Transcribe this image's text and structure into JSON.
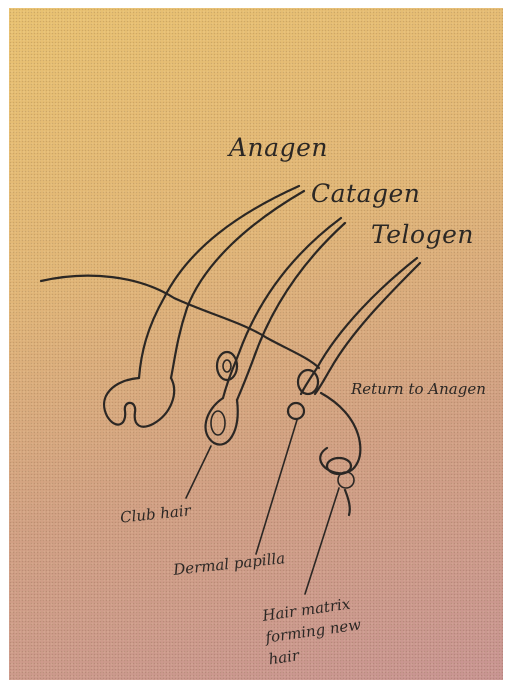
{
  "phases": {
    "anagen": "Anagen",
    "catagen": "Catagen",
    "telogen": "Telogen"
  },
  "annotations": {
    "return": "Return to Anagen",
    "club_hair": "Club hair",
    "dermal_papilla": "Dermal papilla",
    "hair_matrix": "Hair matrix\nforming new\nhair"
  },
  "colors": {
    "ink": "#2b2724",
    "paper_top": "#e9c272",
    "paper_bottom": "#c99593"
  }
}
